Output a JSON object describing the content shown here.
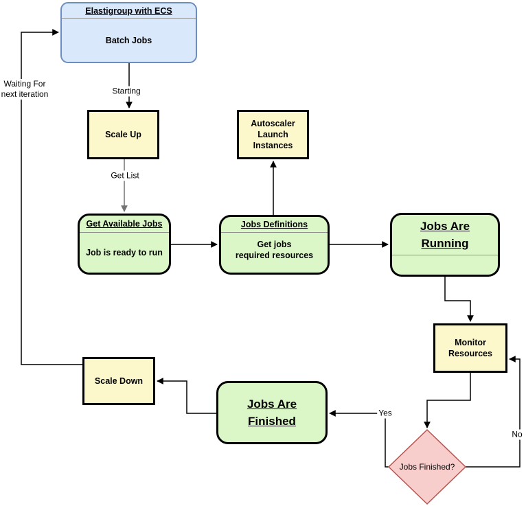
{
  "diagram": {
    "type": "flowchart",
    "nodes": {
      "elastigroup": {
        "title": "Elastigroup with ECS",
        "body": "Batch Jobs"
      },
      "scale_up": {
        "label": "Scale Up"
      },
      "autoscaler": {
        "label": "Autoscaler\nLaunch\nInstances"
      },
      "get_available_jobs": {
        "title": "Get Available Jobs",
        "body": "Job is ready to run"
      },
      "jobs_definitions": {
        "title": "Jobs Definitions",
        "body": "Get jobs\nrequired resources"
      },
      "jobs_running": {
        "title": "Jobs Are\nRunning"
      },
      "monitor_resources": {
        "label": "Monitor\nResources"
      },
      "jobs_finished_decision": {
        "label": "Jobs Finished?"
      },
      "jobs_finished": {
        "title": "Jobs Are\nFinished"
      },
      "scale_down": {
        "label": "Scale Down"
      }
    },
    "edge_labels": {
      "starting": "Starting",
      "get_list": "Get List",
      "yes": "Yes",
      "no": "No",
      "waiting": "Waiting For\nnext iteration"
    },
    "edges": [
      {
        "from": "elastigroup",
        "to": "scale_up",
        "label": "Starting"
      },
      {
        "from": "scale_up",
        "to": "get_available_jobs",
        "label": "Get List"
      },
      {
        "from": "get_available_jobs",
        "to": "jobs_definitions",
        "label": ""
      },
      {
        "from": "jobs_definitions",
        "to": "autoscaler",
        "label": ""
      },
      {
        "from": "jobs_definitions",
        "to": "jobs_running",
        "label": ""
      },
      {
        "from": "jobs_running",
        "to": "monitor_resources",
        "label": ""
      },
      {
        "from": "monitor_resources",
        "to": "jobs_finished_decision",
        "label": ""
      },
      {
        "from": "jobs_finished_decision",
        "to": "monitor_resources",
        "label": "No"
      },
      {
        "from": "jobs_finished_decision",
        "to": "jobs_finished",
        "label": "Yes"
      },
      {
        "from": "jobs_finished",
        "to": "scale_down",
        "label": ""
      },
      {
        "from": "scale_down",
        "to": "elastigroup",
        "label": "Waiting For next iteration"
      }
    ],
    "colors": {
      "start_fill": "#dae8fc",
      "start_border": "#6c8ebf",
      "process_fill": "#fcf8cb",
      "process_border": "#000000",
      "stage_fill": "#dbf7c8",
      "stage_border": "#000000",
      "decision_fill": "#f8cecc",
      "decision_border": "#b85450",
      "edge_color": "#000000",
      "edge_muted_color": "#737373"
    }
  }
}
